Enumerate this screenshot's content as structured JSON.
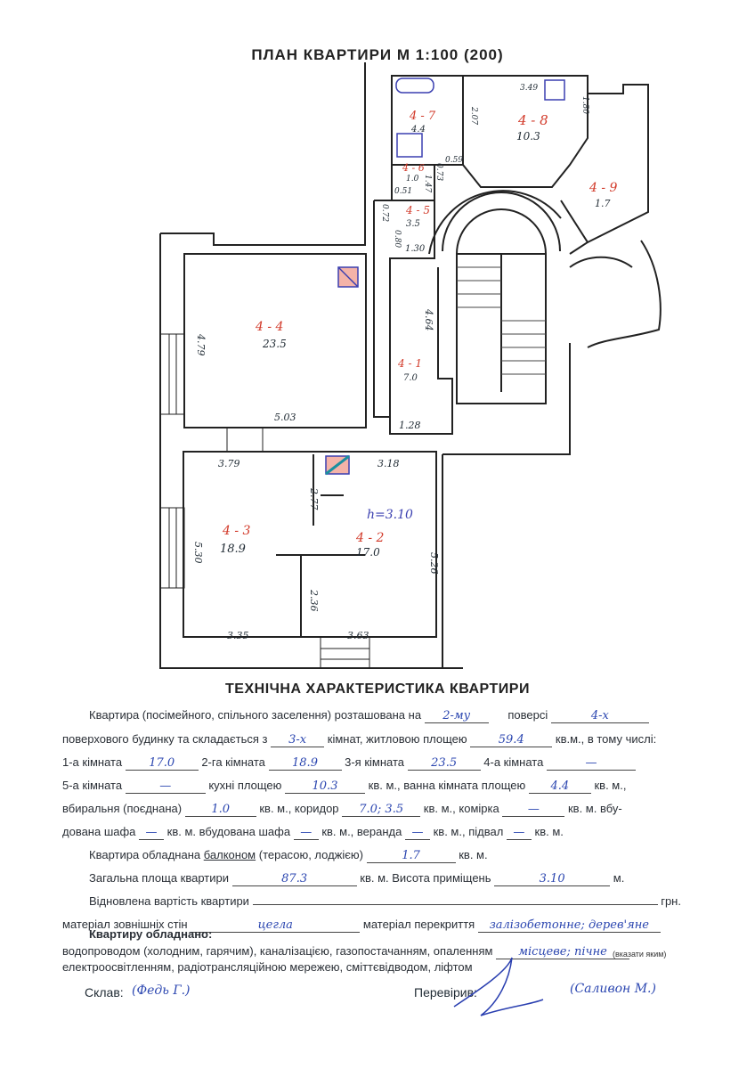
{
  "header": {
    "title": "ПЛАН КВАРТИРИ М 1:100 (200)"
  },
  "plan": {
    "rooms": {
      "r44": {
        "id": "4 - 4",
        "area": "23.5"
      },
      "r41": {
        "id": "4 - 1",
        "area": "7.0"
      },
      "r43": {
        "id": "4 - 3",
        "area": "18.9"
      },
      "r42": {
        "id": "4 - 2",
        "area": "17.0"
      },
      "r47": {
        "id": "4 - 7",
        "area": "4.4"
      },
      "r48": {
        "id": "4 - 8",
        "area": "10.3"
      },
      "r49": {
        "id": "4 - 9",
        "area": "1.7"
      },
      "r46": {
        "id": "4 - 6",
        "area": "1.0"
      },
      "r45": {
        "id": "4 - 5",
        "area": "3.5"
      }
    },
    "height_label": "h=3.10",
    "dims": {
      "d479": "4.79",
      "d503": "5.03",
      "d464": "4.64",
      "d128": "1.28",
      "d379": "3.79",
      "d318": "3.18",
      "d277": "2.77",
      "d530": "5.30",
      "d526": "5.26",
      "d236": "2.36",
      "d335": "3.35",
      "d363": "3.63",
      "d349": "3.49",
      "d207": "2.07",
      "d180": "1.80",
      "d059": "0.59",
      "d051": "0.51",
      "d147": "1.47",
      "d073": "0.73",
      "d072": "0.72",
      "d080": "0.80",
      "d130": "1.30"
    }
  },
  "section": {
    "title": "ТЕХНІЧНА ХАРАКТЕРИСТИКА КВАРТИРИ"
  },
  "form": {
    "l1": {
      "a": "Квартира (посімейного, спільного заселення) розташована на",
      "floor": "2-му",
      "b": "поверсі",
      "storeys": "4-х"
    },
    "l2": {
      "a": "поверхового будинку та складається з",
      "rooms": "3-х",
      "b": "кімнат, житловою площею",
      "living": "59.4",
      "c": "кв.м., в тому числі:"
    },
    "l3": {
      "a": "1-а кімната",
      "v1": "17.0",
      "b": "2-га кімната",
      "v2": "18.9",
      "c": "3-я кімната",
      "v3": "23.5",
      "d": "4-а кімната",
      "v4": "—"
    },
    "l4": {
      "a": "5-а кімната",
      "v5": "—",
      "b": "кухні площею",
      "kitchen": "10.3",
      "c": "кв. м., ванна кімната площею",
      "bath": "4.4",
      "d": "кв. м.,"
    },
    "l5": {
      "a": "вбиральня (поєднана)",
      "wc": "1.0",
      "b": "кв. м., коридор",
      "corridor": "7.0; 3.5",
      "c": "кв. м., комірка",
      "storage": "—",
      "d": "кв. м. вбу-"
    },
    "l6": {
      "a": "дована шафа",
      "s1": "—",
      "b": "кв. м. вбудована шафа",
      "s2": "—",
      "c": "кв. м., веранда",
      "veranda": "—",
      "d": "кв. м., підвал",
      "cellar": "—",
      "e": "кв. м."
    },
    "l7": {
      "a": "Квартира обладнана",
      "balcony": "балконом",
      "b": "(терасою, лоджією)",
      "bval": "1.7",
      "c": "кв. м."
    },
    "l8": {
      "a": "Загальна площа квартири",
      "total": "87.3",
      "b": "кв. м. Висота приміщень",
      "height": "3.10",
      "c": "м."
    },
    "l9": {
      "a": "Відновлена вартість квартири",
      "b": "грн."
    },
    "l10": {
      "a": "матеріал зовнішніх стін",
      "walls": "цегла",
      "b": "матеріал перекриття",
      "floors": "залізобетонне; дерев'яне"
    },
    "l11": {
      "a": "Квартиру обладнано:"
    },
    "l12": {
      "a": "водопроводом (холодним, гарячим), каналізацією, газопостачанням, опаленням",
      "heat": "місцеве; пічне"
    },
    "hint": "(вказати яким)",
    "l13": {
      "a": "електроосвітленням, радіотрансляційною мережею, сміттєвідводом, ліфтом"
    },
    "sign": {
      "sklav": "Склав:",
      "sklav_name": "(Федь Г.)",
      "perev": "Перевірив:",
      "perev_name": "(Саливон М.)"
    }
  }
}
